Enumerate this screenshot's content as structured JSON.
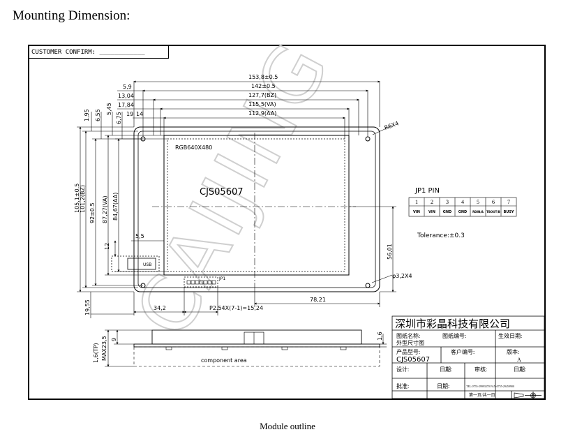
{
  "heading": "Mounting Dimension:",
  "customer_confirm": "CUSTOMER CONFIRM: ____________",
  "caption": "Module outline",
  "watermark": "CAIJING",
  "dims": {
    "top": [
      "153,8±0.5",
      "142±0.5",
      "127,7(BZ)",
      "115,5(VA)",
      "112,9(AA)"
    ],
    "top_small": [
      "5,9",
      "13,04",
      "17,84",
      "19",
      "14"
    ],
    "left_v": [
      "1,95",
      "6,55",
      "5,45",
      "6,75"
    ],
    "left_long": [
      "105,1±0.5",
      "101,2(BZ)",
      "92±0.5",
      "87,27(VA)",
      "84,67(AA)"
    ],
    "small": [
      "5,5",
      "12"
    ],
    "bottom_left": "19,55",
    "bottom_34": "34,2",
    "pitch": "P2.54X(7-1)=15,24",
    "bottom_78": "78,21",
    "right_56": "56,01",
    "r6": "R6X4",
    "hole": "φ3,2X4",
    "side_tp": "1,6(TP)",
    "side_max": "MAX23,5",
    "side_9": "9",
    "side_16": "1,6"
  },
  "labels": {
    "rgb": "RGB640X480",
    "model_big": "CJS05607",
    "usb": "USB",
    "jp1_small": "JP1",
    "component_area": "component area",
    "tolerance": "Tolerance:±0.3"
  },
  "jp1": {
    "title": "JP1 PIN",
    "nums": [
      "1",
      "2",
      "3",
      "4",
      "5",
      "6",
      "7"
    ],
    "names": [
      "VIN",
      "VIN",
      "GND",
      "GND",
      "RDIN/A",
      "TBOUT/B",
      "BUSY"
    ]
  },
  "title_block": {
    "company": "深圳市彩晶科技有限公司",
    "r1": [
      "图纸名称:",
      "图纸编号:",
      "生效日期:"
    ],
    "r1b": "外型尺寸图",
    "r2": [
      "产品型号:",
      "客户编号:",
      "版本:"
    ],
    "r2b": [
      "CJS05607",
      "A"
    ],
    "r3": [
      "设计:",
      "日期:",
      "审核:",
      "日期:"
    ],
    "r4": [
      "批准:",
      "日期:"
    ],
    "tel": "TEL:0755-29993370 FAX:0755-29459900",
    "page": "第一页/共一页"
  }
}
